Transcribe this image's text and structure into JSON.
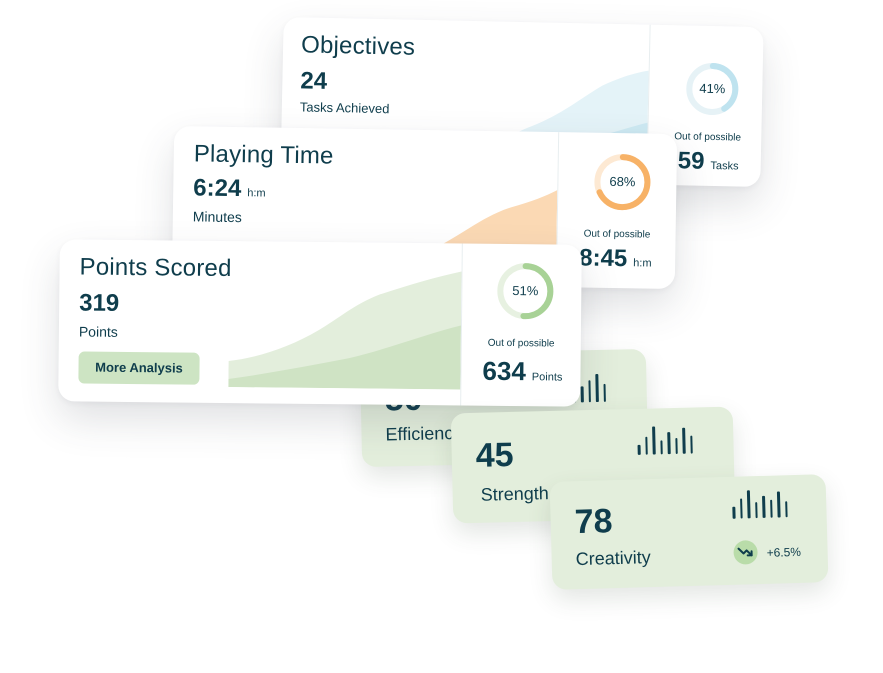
{
  "objectives": {
    "title": "Objectives",
    "value": "24",
    "label": "Tasks Achieved",
    "percent": 41,
    "percent_text": "41%",
    "out_of_label": "Out of possible",
    "total": "59",
    "total_unit": "Tasks",
    "accent": "#bfe3ef"
  },
  "playing_time": {
    "title": "Playing Time",
    "value": "6:24",
    "value_unit": "h:m",
    "label": "Minutes",
    "percent": 68,
    "percent_text": "68%",
    "out_of_label": "Out of possible",
    "total": "8:45",
    "total_unit": "h:m",
    "accent": "#f7b267"
  },
  "points": {
    "title": "Points Scored",
    "value": "319",
    "label": "Points",
    "button_label": "More Analysis",
    "percent": 51,
    "percent_text": "51%",
    "out_of_label": "Out of possible",
    "total": "634",
    "total_unit": "Points",
    "accent": "#a8d296"
  },
  "efficiency": {
    "value": "50",
    "label": "Efficiency"
  },
  "strength": {
    "value": "45",
    "label": "Strength"
  },
  "creativity": {
    "value": "78",
    "label": "Creativity",
    "trend_icon": "trend-down-icon",
    "change": "+6.5%"
  }
}
